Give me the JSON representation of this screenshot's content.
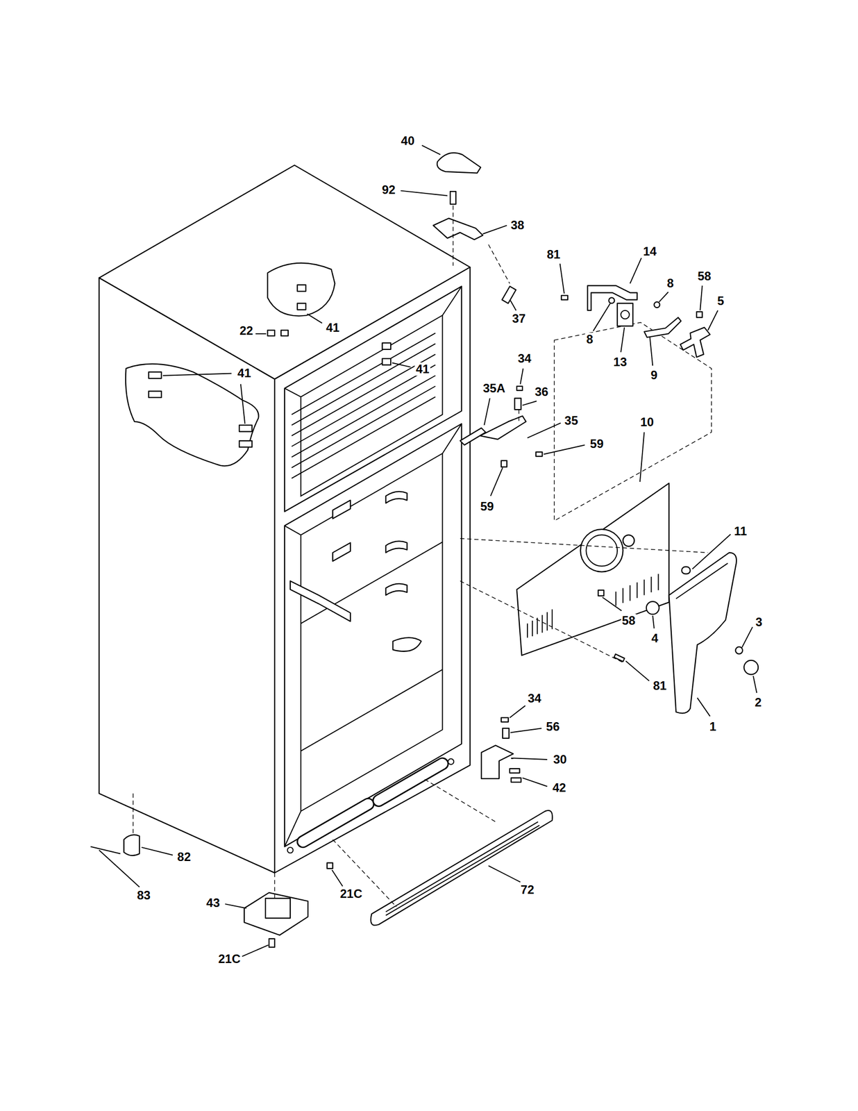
{
  "diagram": {
    "labels": [
      "40",
      "92",
      "38",
      "81",
      "14",
      "8",
      "58",
      "5",
      "37",
      "22",
      "41",
      "41",
      "41",
      "8",
      "13",
      "9",
      "34",
      "35A",
      "36",
      "35",
      "59",
      "10",
      "59",
      "11",
      "58",
      "4",
      "3",
      "81",
      "2",
      "1",
      "34",
      "56",
      "30",
      "42",
      "82",
      "83",
      "21C",
      "43",
      "21C",
      "72"
    ]
  }
}
